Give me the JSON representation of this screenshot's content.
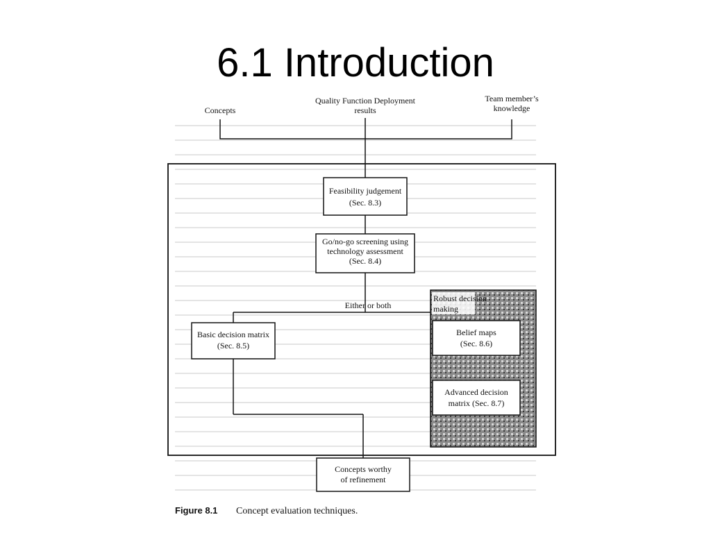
{
  "slide": {
    "title": "6.1 Introduction"
  },
  "figure": {
    "inputs": {
      "concepts": "Concepts",
      "qfd_line1": "Quality Function Deployment",
      "qfd_line2": "results",
      "team_line1": "Team member’s",
      "team_line2": "knowledge"
    },
    "steps": {
      "feasibility_line1": "Feasibility judgement",
      "feasibility_line2": "(Sec. 8.3)",
      "gonogo_line1": "Go/no-go screening using",
      "gonogo_line2": "technology assessment",
      "gonogo_line3": "(Sec. 8.4)",
      "either_or": "Either or both",
      "robust_line1": "Robust decision",
      "robust_line2": "making",
      "basic_line1": "Basic decision matrix",
      "basic_line2": "(Sec. 8.5)",
      "belief_line1": "Belief maps",
      "belief_line2": "(Sec. 8.6)",
      "advanced_line1": "Advanced decision",
      "advanced_line2": "matrix (Sec. 8.7)",
      "output_line1": "Concepts worthy",
      "output_line2": "of refinement"
    },
    "caption": {
      "label": "Figure 8.1",
      "text": "Concept evaluation techniques."
    },
    "colors": {
      "ink": "#111111",
      "hatch": "#6e6e6e",
      "bleed_text": "#bdbdbd"
    }
  }
}
